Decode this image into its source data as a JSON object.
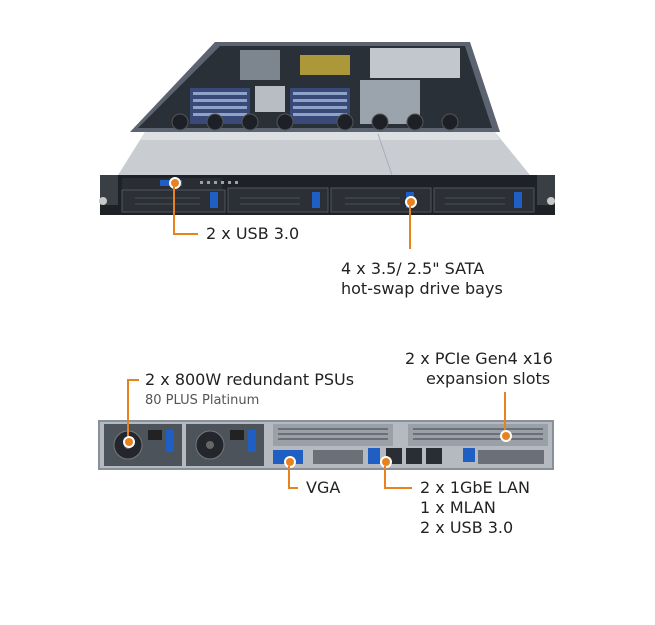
{
  "colors": {
    "accent": "#e8821e",
    "chassis": "#3a3f46",
    "blue_tab": "#1f5fc4"
  },
  "front_callouts": {
    "usb": "2 x USB 3.0",
    "drive_bays_line1": "4 x 3.5/ 2.5\" SATA",
    "drive_bays_line2": "hot-swap drive bays"
  },
  "rear_callouts": {
    "psu": "2 x 800W redundant PSUs",
    "psu_sub": "80 PLUS Platinum",
    "pcie_line1": "2 x PCIe Gen4 x16",
    "pcie_line2": "expansion slots",
    "vga": "VGA",
    "lan_line1": "2 x 1GbE LAN",
    "lan_line2": "1 x MLAN",
    "lan_line3": "2 x USB 3.0"
  }
}
